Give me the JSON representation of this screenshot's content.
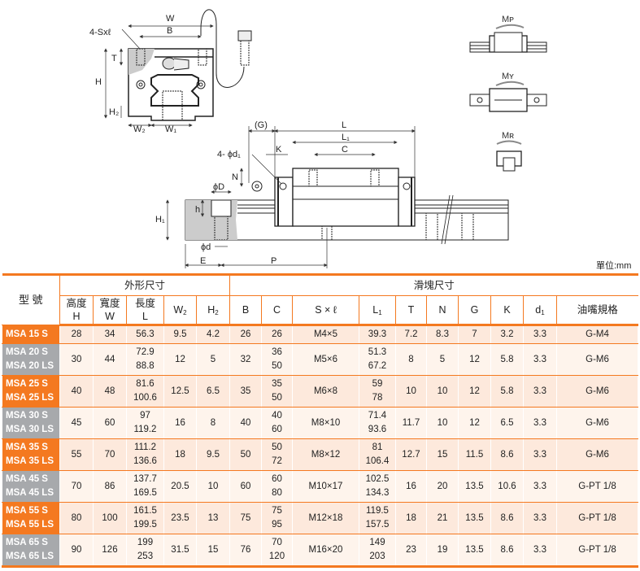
{
  "drawing": {
    "front": {
      "W": "W",
      "B": "B",
      "Sxl": "4-Sxℓ",
      "T": "T",
      "H": "H",
      "H2": "H₂",
      "W2": "W₂",
      "W1": "W₁"
    },
    "side": {
      "G": "(G)",
      "L": "L",
      "L1": "L₁",
      "C": "C",
      "K": "K",
      "d1": "4- ϕd₁",
      "N": "N",
      "D": "ϕD",
      "h": "h",
      "H1": "H₁",
      "d": "ϕd",
      "E": "E",
      "P": "P"
    },
    "moments": {
      "MP": "Mᴘ",
      "MY": "Mʏ",
      "MR": "Mʀ"
    },
    "colors": {
      "moment_label": "#1a5fa8",
      "accent": "#f47920"
    }
  },
  "unit": "單位:mm",
  "table": {
    "model_header": "型 號",
    "group_outer": "外形尺寸",
    "group_block": "滑塊尺寸",
    "columns": [
      {
        "main": "高度",
        "sub2": "H"
      },
      {
        "main": "寬度",
        "sub2": "W"
      },
      {
        "main": "長度",
        "sub2": "L"
      },
      {
        "main": "W",
        "sub": "2"
      },
      {
        "main": "H",
        "sub": "2"
      },
      {
        "main": "B"
      },
      {
        "main": "C"
      },
      {
        "main": "S × ℓ"
      },
      {
        "main": "L",
        "sub": "1"
      },
      {
        "main": "T"
      },
      {
        "main": "N"
      },
      {
        "main": "G"
      },
      {
        "main": "K"
      },
      {
        "main": "d",
        "sub": "1"
      },
      {
        "main": "油嘴規格"
      }
    ],
    "rows": [
      {
        "tone": "orange",
        "models": [
          "MSA 15 S"
        ],
        "H": "28",
        "W": "34",
        "L": [
          "56.3"
        ],
        "W2": "9.5",
        "H2": "4.2",
        "B": "26",
        "C": [
          "26"
        ],
        "S": "M4×5",
        "L1": [
          "39.3"
        ],
        "T": "7.2",
        "N": "8.3",
        "G": "7",
        "K": "3.2",
        "d1": "3.3",
        "oil": "G-M4"
      },
      {
        "tone": "gray",
        "models": [
          "MSA 20 S",
          "MSA 20 LS"
        ],
        "H": "30",
        "W": "44",
        "L": [
          "72.9",
          "88.8"
        ],
        "W2": "12",
        "H2": "5",
        "B": "32",
        "C": [
          "36",
          "50"
        ],
        "S": "M5×6",
        "L1": [
          "51.3",
          "67.2"
        ],
        "T": "8",
        "N": "5",
        "G": "12",
        "K": "5.8",
        "d1": "3.3",
        "oil": "G-M6"
      },
      {
        "tone": "orange",
        "models": [
          "MSA 25 S",
          "MSA 25 LS"
        ],
        "H": "40",
        "W": "48",
        "L": [
          "81.6",
          "100.6"
        ],
        "W2": "12.5",
        "H2": "6.5",
        "B": "35",
        "C": [
          "35",
          "50"
        ],
        "S": "M6×8",
        "L1": [
          "59",
          "78"
        ],
        "T": "10",
        "N": "10",
        "G": "12",
        "K": "5.8",
        "d1": "3.3",
        "oil": "G-M6"
      },
      {
        "tone": "gray",
        "models": [
          "MSA 30 S",
          "MSA 30 LS"
        ],
        "H": "45",
        "W": "60",
        "L": [
          "97",
          "119.2"
        ],
        "W2": "16",
        "H2": "8",
        "B": "40",
        "C": [
          "40",
          "60"
        ],
        "S": "M8×10",
        "L1": [
          "71.4",
          "93.6"
        ],
        "T": "11.7",
        "N": "10",
        "G": "12",
        "K": "6.5",
        "d1": "3.3",
        "oil": "G-M6"
      },
      {
        "tone": "orange",
        "models": [
          "MSA 35 S",
          "MSA 35 LS"
        ],
        "H": "55",
        "W": "70",
        "L": [
          "111.2",
          "136.6"
        ],
        "W2": "18",
        "H2": "9.5",
        "B": "50",
        "C": [
          "50",
          "72"
        ],
        "S": "M8×12",
        "L1": [
          "81",
          "106.4"
        ],
        "T": "12.7",
        "N": "15",
        "G": "11.5",
        "K": "8.6",
        "d1": "3.3",
        "oil": "G-M6"
      },
      {
        "tone": "gray",
        "models": [
          "MSA 45 S",
          "MSA 45 LS"
        ],
        "H": "70",
        "W": "86",
        "L": [
          "137.7",
          "169.5"
        ],
        "W2": "20.5",
        "H2": "10",
        "B": "60",
        "C": [
          "60",
          "80"
        ],
        "S": "M10×17",
        "L1": [
          "102.5",
          "134.3"
        ],
        "T": "16",
        "N": "20",
        "G": "13.5",
        "K": "10.6",
        "d1": "3.3",
        "oil": "G-PT 1/8"
      },
      {
        "tone": "orange",
        "models": [
          "MSA 55 S",
          "MSA 55 LS"
        ],
        "H": "80",
        "W": "100",
        "L": [
          "161.5",
          "199.5"
        ],
        "W2": "23.5",
        "H2": "13",
        "B": "75",
        "C": [
          "75",
          "95"
        ],
        "S": "M12×18",
        "L1": [
          "119.5",
          "157.5"
        ],
        "T": "18",
        "N": "21",
        "G": "13.5",
        "K": "8.6",
        "d1": "3.3",
        "oil": "G-PT 1/8"
      },
      {
        "tone": "gray",
        "models": [
          "MSA 65 S",
          "MSA 65 LS"
        ],
        "H": "90",
        "W": "126",
        "L": [
          "199",
          "253"
        ],
        "W2": "31.5",
        "H2": "15",
        "B": "76",
        "C": [
          "70",
          "120"
        ],
        "S": "M16×20",
        "L1": [
          "149",
          "203"
        ],
        "T": "23",
        "N": "19",
        "G": "13.5",
        "K": "8.6",
        "d1": "3.3",
        "oil": "G-PT 1/8"
      }
    ]
  }
}
